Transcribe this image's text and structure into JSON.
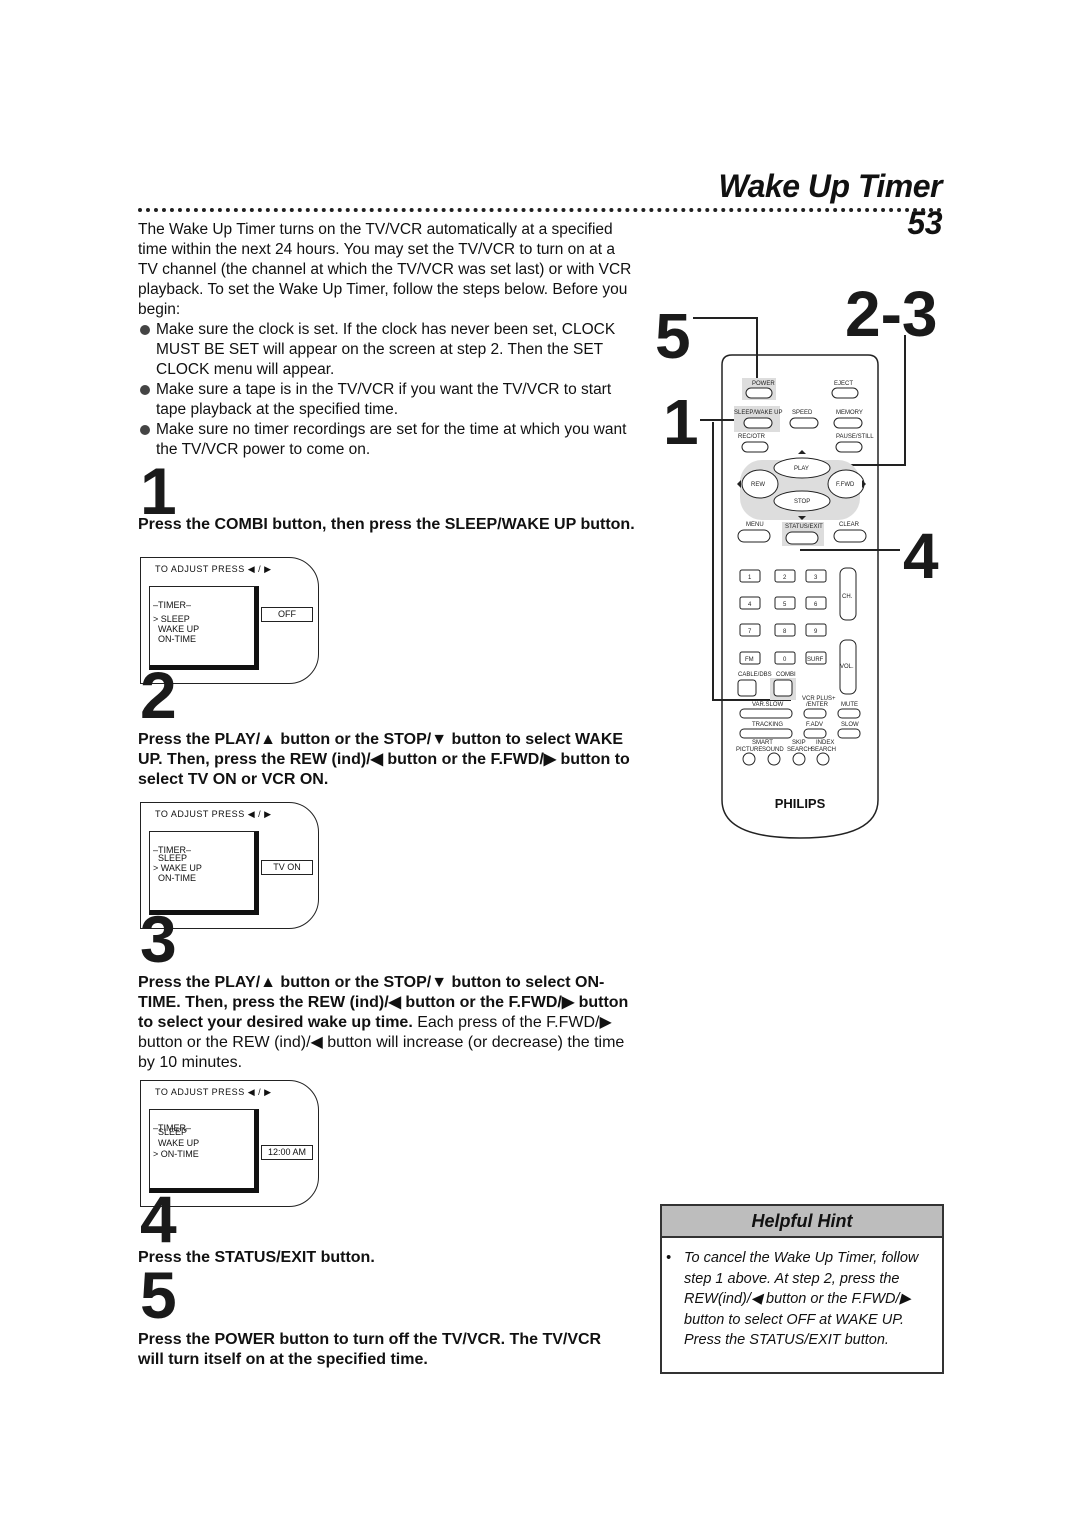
{
  "header": {
    "title": "Wake Up Timer",
    "page_number": "53"
  },
  "intro": {
    "paragraph": "The Wake Up Timer turns on the TV/VCR automatically at a specified time within the next 24 hours. You may set the TV/VCR to turn on at a TV channel (the channel at which the TV/VCR was set last) or with VCR playback. To set the Wake Up Timer, follow the steps below. Before you begin:",
    "bullets": [
      "Make sure the clock is set. If the clock has never been set, CLOCK MUST BE SET will appear on the screen at step 2. Then the SET CLOCK menu will appear.",
      "Make sure a tape is in the TV/VCR if you want the TV/VCR to start tape playback at the specified time.",
      "Make sure no timer recordings are set for the time at which you want the TV/VCR power to come on."
    ]
  },
  "steps": [
    {
      "num": "1",
      "text": "Press the COMBI button, then press the SLEEP/WAKE UP button."
    },
    {
      "num": "2",
      "text": "Press the PLAY/▲ button or the STOP/▼ button to select WAKE UP. Then, press the REW (ind)/◀ button or the F.FWD/▶ button to select TV ON or VCR ON."
    },
    {
      "num": "3",
      "text_bold": "Press the PLAY/▲ button or the STOP/▼ button to select ON-TIME. Then, press the REW (ind)/◀ button or the F.FWD/▶ button to select your desired wake up time.",
      "text_normal": " Each press of the F.FWD/▶ button or the REW (ind)/◀ button will increase (or decrease) the time by 10 minutes."
    },
    {
      "num": "4",
      "text": "Press the STATUS/EXIT button."
    },
    {
      "num": "5",
      "text": "Press the POWER button to turn off the TV/VCR. The TV/VCR will turn itself on at the specified time."
    }
  ],
  "screens": [
    {
      "hint": "TO ADJUST PRESS ◀ / ▶",
      "title": "–TIMER–",
      "rows": [
        "> SLEEP",
        "  WAKE UP",
        "  ON-TIME"
      ],
      "value": "OFF"
    },
    {
      "hint": "TO ADJUST PRESS ◀ / ▶",
      "title": "–TIMER–",
      "rows": [
        "  SLEEP",
        "> WAKE UP",
        "  ON-TIME"
      ],
      "value": "TV ON"
    },
    {
      "hint": "TO ADJUST PRESS ◀ / ▶",
      "title": "–TIMER–",
      "rows": [
        "  SLEEP",
        "  WAKE UP",
        "> ON-TIME"
      ],
      "value": "12:00 AM"
    }
  ],
  "remote": {
    "callouts": [
      "5",
      "2-3",
      "1",
      "4"
    ],
    "labels": {
      "power": "POWER",
      "eject": "EJECT",
      "sleep": "SLEEP/WAKE UP",
      "speed": "SPEED",
      "memory": "MEMORY",
      "rec": "REC/OTR",
      "pause": "PAUSE/STILL",
      "play": "PLAY",
      "rew": "REW",
      "ffwd": "F.FWD",
      "stop": "STOP",
      "menu": "MENU",
      "status": "STATUS/EXIT",
      "clear": "CLEAR",
      "ch": "CH.",
      "vol": "VOL.",
      "cablebs": "CABLE/DBS",
      "combi": "COMBI",
      "vcrplus": "VCR PLUS+",
      "varslow": "VAR.SLOW",
      "enter": "/ENTER",
      "mute": "MUTE",
      "tracking": "TRACKING",
      "fadv": "F.ADV",
      "slow": "SLOW",
      "smart": "SMART",
      "picture": "PICTURE",
      "sound": "SOUND",
      "skip": "SKIP",
      "index": "INDEX",
      "search1": "SEARCH",
      "search2": "SEARCH",
      "brand": "PHILIPS"
    },
    "keypad": [
      "1",
      "2",
      "3",
      "4",
      "5",
      "6",
      "7",
      "8",
      "9",
      "FM",
      "0",
      "SURF"
    ]
  },
  "hint": {
    "title": "Helpful Hint",
    "text": "To cancel the Wake Up Timer, follow step 1 above. At step 2, press the REW(ind)/◀ button or the F.FWD/▶ button to select OFF at WAKE UP. Press the STATUS/EXIT button."
  }
}
